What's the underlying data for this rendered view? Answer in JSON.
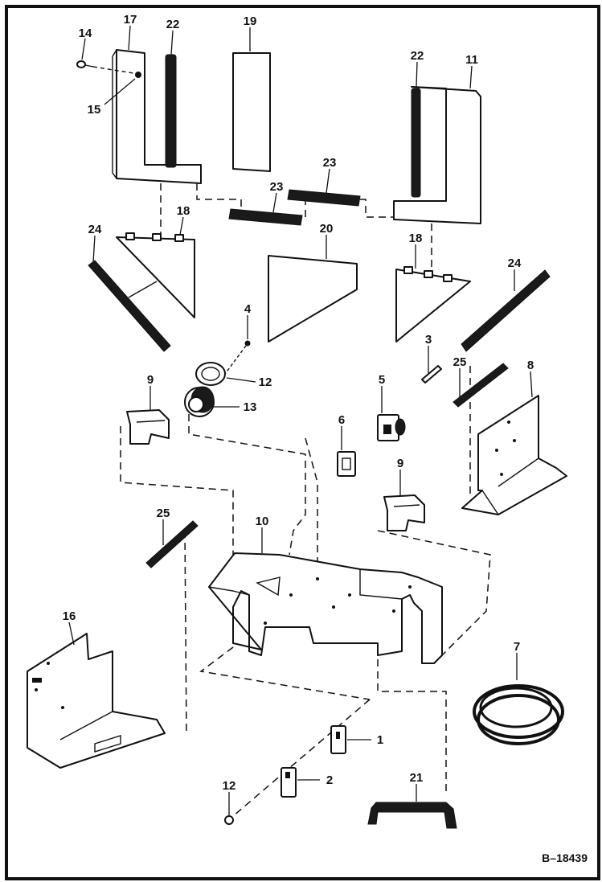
{
  "document": {
    "code": "B–18439"
  },
  "callouts": [
    {
      "id": "c14",
      "label": "14"
    },
    {
      "id": "c17",
      "label": "17"
    },
    {
      "id": "c22a",
      "label": "22"
    },
    {
      "id": "c19",
      "label": "19"
    },
    {
      "id": "c22b",
      "label": "22"
    },
    {
      "id": "c11",
      "label": "11"
    },
    {
      "id": "c15",
      "label": "15"
    },
    {
      "id": "c23a",
      "label": "23"
    },
    {
      "id": "c23b",
      "label": "23"
    },
    {
      "id": "c18a",
      "label": "18"
    },
    {
      "id": "c24a",
      "label": "24"
    },
    {
      "id": "c20",
      "label": "20"
    },
    {
      "id": "c18b",
      "label": "18"
    },
    {
      "id": "c24b",
      "label": "24"
    },
    {
      "id": "c4",
      "label": "4"
    },
    {
      "id": "c3",
      "label": "3"
    },
    {
      "id": "c12a",
      "label": "12"
    },
    {
      "id": "c13",
      "label": "13"
    },
    {
      "id": "c9a",
      "label": "9"
    },
    {
      "id": "c5",
      "label": "5"
    },
    {
      "id": "c25a",
      "label": "25"
    },
    {
      "id": "c8",
      "label": "8"
    },
    {
      "id": "c6",
      "label": "6"
    },
    {
      "id": "c9b",
      "label": "9"
    },
    {
      "id": "c25b",
      "label": "25"
    },
    {
      "id": "c10",
      "label": "10"
    },
    {
      "id": "c16",
      "label": "16"
    },
    {
      "id": "c7",
      "label": "7"
    },
    {
      "id": "c1",
      "label": "1"
    },
    {
      "id": "c2",
      "label": "2"
    },
    {
      "id": "c12b",
      "label": "12"
    },
    {
      "id": "c21",
      "label": "21"
    }
  ]
}
